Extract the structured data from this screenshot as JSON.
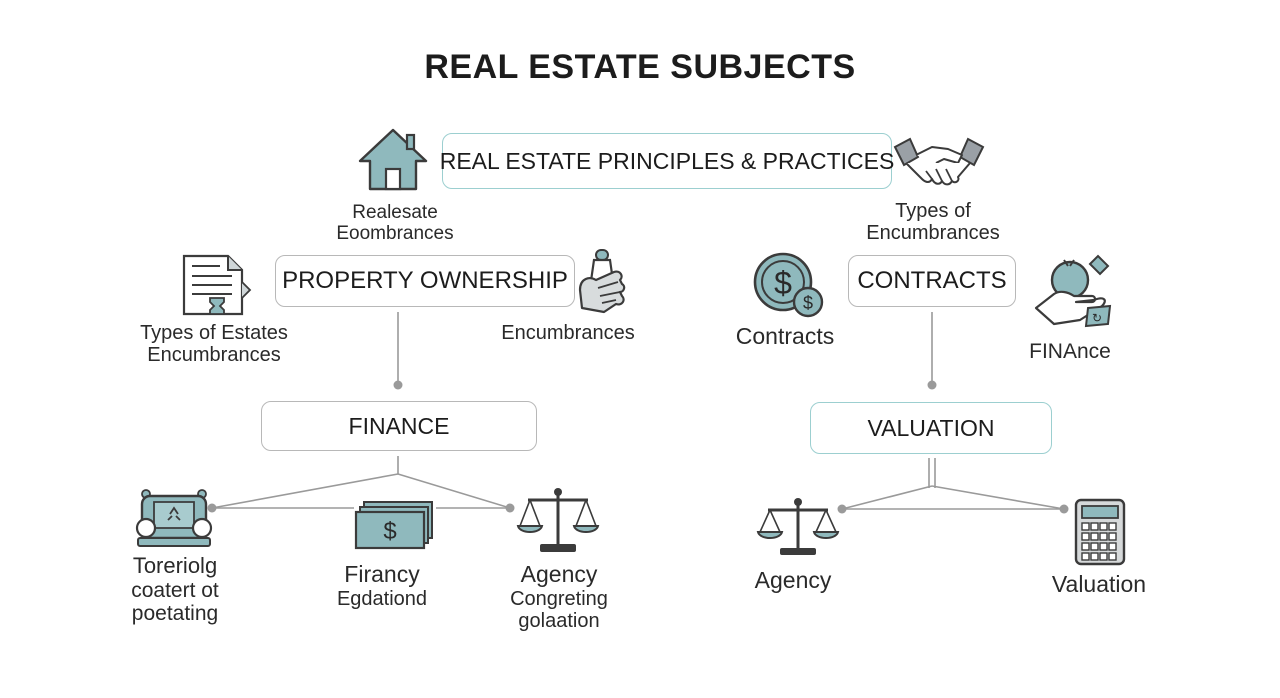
{
  "title": "REAL ESTATE SUBJECTS",
  "colors": {
    "teal": "#8fb9bd",
    "stroke": "#3b3b3b",
    "line": "#9a9a9a",
    "node_border_teal": "#9ccfd0",
    "node_border_gray": "#b8b8b8"
  },
  "nodes": {
    "root": "REAL ESTATE PRINCIPLES & PRACTICES",
    "property_ownership": "PROPERTY OWNERSHIP",
    "contracts": "CONTRACTS",
    "finance": "FINANCE",
    "valuation": "VALUATION"
  },
  "labels": {
    "house": [
      "Realesate",
      "Eoombrances"
    ],
    "handshake": [
      "Types of",
      "Encumbrances"
    ],
    "document": [
      "Types of Estates",
      "Encumbrances"
    ],
    "hand_tool": [
      "Encumbrances"
    ],
    "coin": [
      "Contracts"
    ],
    "money_hand": [
      "FINAnce"
    ],
    "building": [
      "Toreriolg",
      "coatert ot",
      "poetating"
    ],
    "cash": [
      "Firancy",
      "Egdationd"
    ],
    "scales_left": [
      "Agency",
      "Congreting",
      "golaation"
    ],
    "scales_right": [
      "Agency"
    ],
    "calculator": [
      "Valuation"
    ]
  },
  "icons": [
    "house-icon",
    "handshake-icon",
    "document-icon",
    "hand-tool-icon",
    "dollar-coin-icon",
    "money-hand-icon",
    "building-icon",
    "cash-icon",
    "scales-icon",
    "calculator-icon"
  ]
}
